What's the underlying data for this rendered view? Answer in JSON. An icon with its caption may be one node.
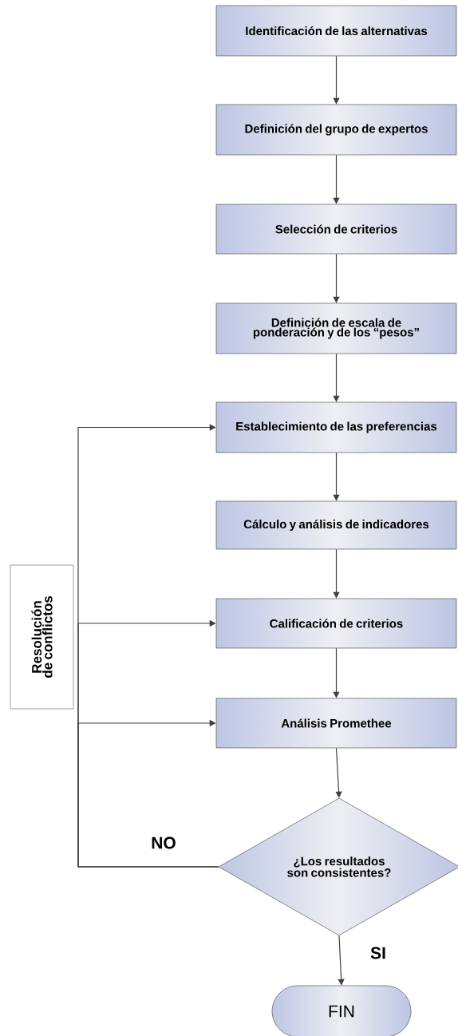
{
  "diagram": {
    "nodes": [
      {
        "text": [
          "Identificación de las alternativas"
        ]
      },
      {
        "text": [
          "Definición del grupo de expertos"
        ]
      },
      {
        "text": [
          "Selección de criterios"
        ]
      },
      {
        "text": [
          "Definición de escala de ponderación y de los “pesos”"
        ]
      },
      {
        "text": [
          "Establecimiento de las preferencias"
        ]
      },
      {
        "text": [
          "Cálculo y análisis de indicadores"
        ]
      },
      {
        "text": [
          "Calificación de criterios"
        ]
      },
      {
        "text": [
          "Análisis Promethee"
        ]
      },
      {
        "text": [
          "¿Los resultados son consistentes?"
        ]
      },
      {
        "text": [
          "FIN"
        ]
      },
      {
        "text": [
          "Resolución de conflictos"
        ]
      }
    ],
    "edges": [
      {
        "from": 0,
        "to": 1,
        "arrow": "to"
      },
      {
        "from": 1,
        "to": 2,
        "arrow": "to"
      },
      {
        "from": 2,
        "to": 3,
        "arrow": "to"
      },
      {
        "from": 3,
        "to": 4,
        "arrow": "to"
      },
      {
        "from": 4,
        "to": 5,
        "arrow": "to"
      },
      {
        "from": 5,
        "to": 6,
        "arrow": "to"
      },
      {
        "from": 6,
        "to": 7,
        "arrow": "to"
      },
      {
        "from": 7,
        "to": 8,
        "arrow": "to"
      },
      {
        "from": 8,
        "to": 9,
        "arrow": "to",
        "label": "SI"
      },
      {
        "from": 8,
        "to": 4,
        "arrow": "to",
        "label": "NO"
      },
      {
        "from": 8,
        "to": 6,
        "arrow": "to"
      },
      {
        "from": 8,
        "to": 7,
        "arrow": "to"
      }
    ]
  }
}
